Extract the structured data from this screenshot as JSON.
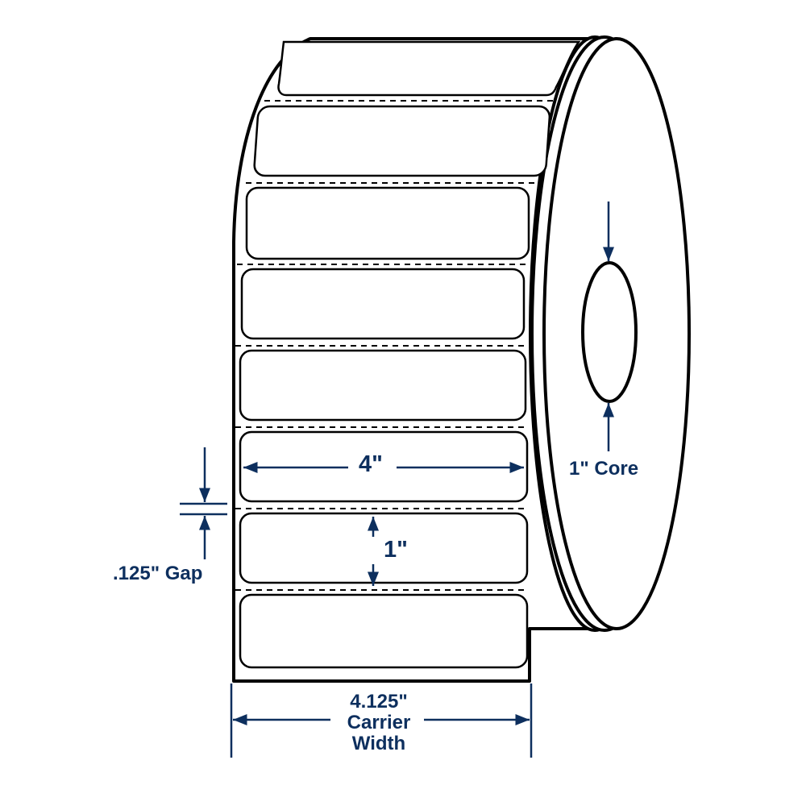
{
  "diagram": {
    "subject": "Label roll specification",
    "colors": {
      "outline": "#000000",
      "dimension": "#0d2f5e",
      "background": "#ffffff"
    },
    "labels": {
      "label_width": "4\"",
      "label_height": "1\"",
      "gap": ".125\" Gap",
      "core": "1\" Core",
      "carrier_width_value": "4.125\"",
      "carrier_width_line1": "Carrier",
      "carrier_width_line2": "Width"
    },
    "label_count_visible": 8
  }
}
